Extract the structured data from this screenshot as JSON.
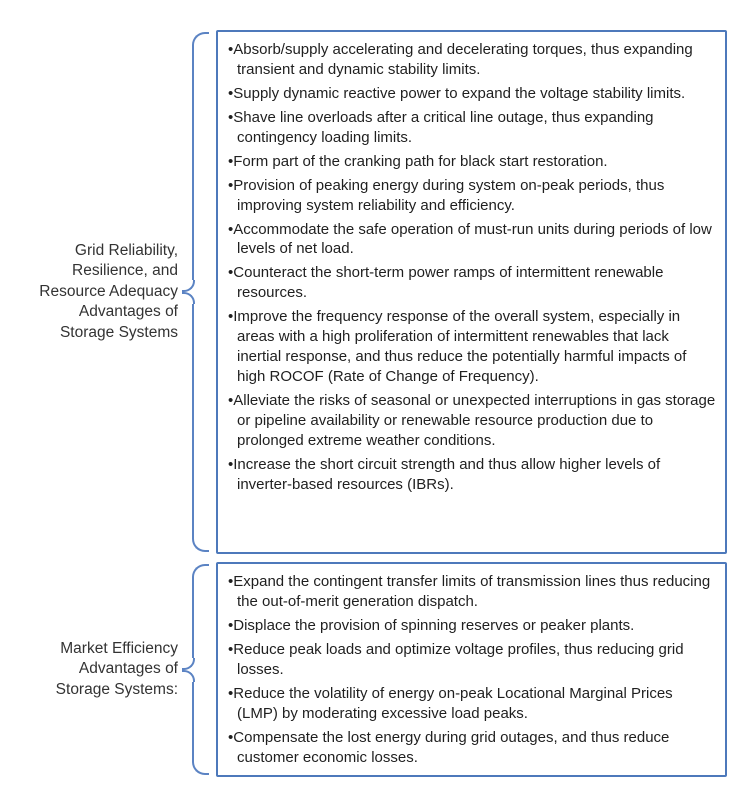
{
  "sections": [
    {
      "label": "Grid Reliability,\nResilience, and\nResource Adequacy\nAdvantages of\nStorage Systems",
      "items": [
        "Absorb/supply accelerating and decelerating torques, thus expanding transient and dynamic stability limits.",
        "Supply dynamic reactive power to expand the voltage stability limits.",
        "Shave line overloads after a critical line outage, thus expanding contingency loading limits.",
        "Form part of the cranking path for black start restoration.",
        "Provision of peaking energy during system on-peak periods, thus improving system reliability and efficiency.",
        "Accommodate the safe operation of must-run units during periods of low levels of net load.",
        "Counteract the short-term power ramps of intermittent renewable resources.",
        "Improve the frequency response of the overall system, especially in areas with a high proliferation of intermittent renewables that lack inertial response, and thus reduce the potentially harmful impacts of high ROCOF (Rate of Change of Frequency).",
        "Alleviate the risks of seasonal or unexpected interruptions in gas storage or pipeline availability or renewable resource production due to prolonged extreme weather conditions.",
        "Increase the short circuit strength and thus allow higher levels of inverter-based resources (IBRs)."
      ]
    },
    {
      "label": "Market Efficiency\nAdvantages of\nStorage Systems:",
      "items": [
        "Expand the contingent transfer limits of transmission lines thus reducing the out-of-merit generation dispatch.",
        "Displace the provision of spinning reserves or peaker plants.",
        "Reduce peak loads and optimize voltage profiles, thus reducing grid losses.",
        "Reduce the volatility of energy on-peak Locational Marginal Prices (LMP) by moderating excessive load peaks.",
        "Compensate the lost energy during grid outages, and thus reduce customer economic losses."
      ]
    }
  ],
  "colors": {
    "box_border": "#4d79bb",
    "brace": "#5b83c3",
    "label_text": "#333333",
    "body_text": "#1f1f1f",
    "background": "#ffffff"
  }
}
